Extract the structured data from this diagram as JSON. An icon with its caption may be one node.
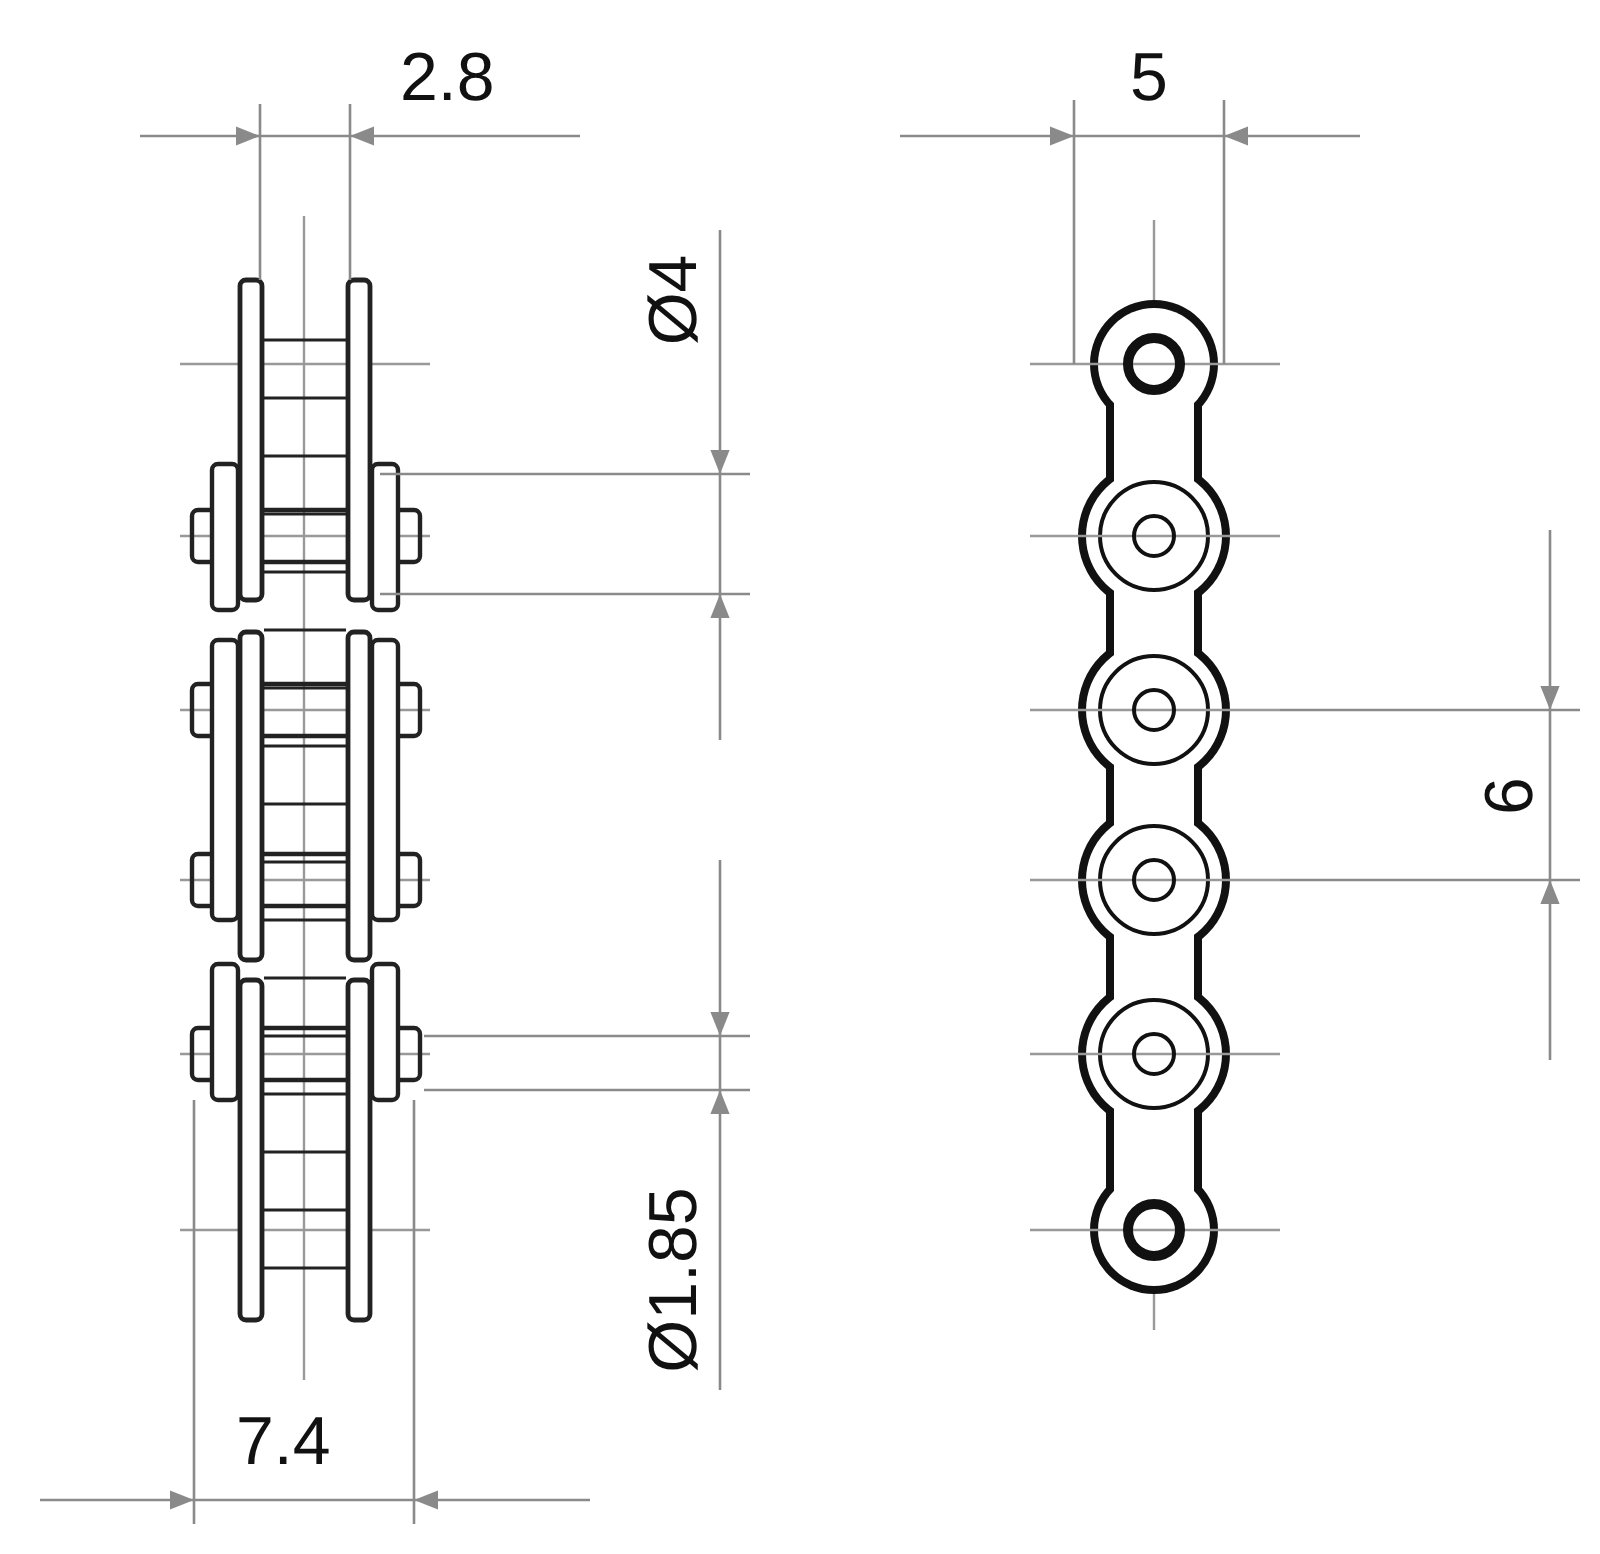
{
  "diagram": {
    "labels": [
      "2.8",
      "5",
      "Ø4",
      "6",
      "Ø1.85",
      "7.4"
    ]
  }
}
